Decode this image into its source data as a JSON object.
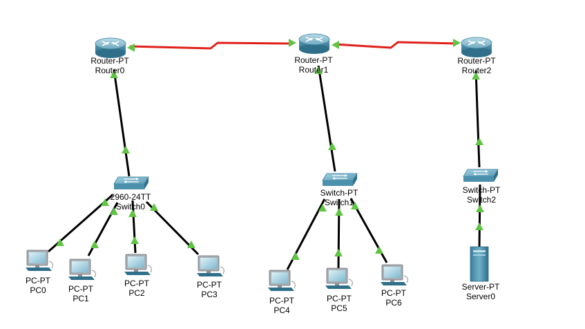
{
  "colors": {
    "serial_link": "#e0201b",
    "ethernet_link": "#000000",
    "link_up_marker": "#5fc443",
    "device_blue": "#4b90ad",
    "device_dark": "#2f6f8a"
  },
  "devices": [
    {
      "id": "router0",
      "model": "Router-PT",
      "name": "Router0",
      "type": "router"
    },
    {
      "id": "router1",
      "model": "Router-PT",
      "name": "Router1",
      "type": "router"
    },
    {
      "id": "router2",
      "model": "Router-PT",
      "name": "Router2",
      "type": "router"
    },
    {
      "id": "switch0",
      "model": "2960-24TT",
      "name": "Switch0",
      "type": "switch"
    },
    {
      "id": "switch1",
      "model": "Switch-PT",
      "name": "Switch1",
      "type": "switch"
    },
    {
      "id": "switch2",
      "model": "Switch-PT",
      "name": "Switch2",
      "type": "switch"
    },
    {
      "id": "pc0",
      "model": "PC-PT",
      "name": "PC0",
      "type": "pc"
    },
    {
      "id": "pc1",
      "model": "PC-PT",
      "name": "PC1",
      "type": "pc"
    },
    {
      "id": "pc2",
      "model": "PC-PT",
      "name": "PC2",
      "type": "pc"
    },
    {
      "id": "pc3",
      "model": "PC-PT",
      "name": "PC3",
      "type": "pc"
    },
    {
      "id": "pc4",
      "model": "PC-PT",
      "name": "PC4",
      "type": "pc"
    },
    {
      "id": "pc5",
      "model": "PC-PT",
      "name": "PC5",
      "type": "pc"
    },
    {
      "id": "pc6",
      "model": "PC-PT",
      "name": "PC6",
      "type": "pc"
    },
    {
      "id": "server0",
      "model": "Server-PT",
      "name": "Server0",
      "type": "server"
    }
  ],
  "links": [
    {
      "from": "router0",
      "to": "router1",
      "kind": "serial",
      "status": "up"
    },
    {
      "from": "router1",
      "to": "router2",
      "kind": "serial",
      "status": "up"
    },
    {
      "from": "router0",
      "to": "switch0",
      "kind": "ethernet",
      "status": "up"
    },
    {
      "from": "router1",
      "to": "switch1",
      "kind": "ethernet",
      "status": "up"
    },
    {
      "from": "router2",
      "to": "switch2",
      "kind": "ethernet",
      "status": "up"
    },
    {
      "from": "switch0",
      "to": "pc0",
      "kind": "ethernet",
      "status": "up"
    },
    {
      "from": "switch0",
      "to": "pc1",
      "kind": "ethernet",
      "status": "up"
    },
    {
      "from": "switch0",
      "to": "pc2",
      "kind": "ethernet",
      "status": "up"
    },
    {
      "from": "switch0",
      "to": "pc3",
      "kind": "ethernet",
      "status": "up"
    },
    {
      "from": "switch1",
      "to": "pc4",
      "kind": "ethernet",
      "status": "up"
    },
    {
      "from": "switch1",
      "to": "pc5",
      "kind": "ethernet",
      "status": "up"
    },
    {
      "from": "switch1",
      "to": "pc6",
      "kind": "ethernet",
      "status": "up"
    },
    {
      "from": "switch2",
      "to": "server0",
      "kind": "ethernet",
      "status": "up"
    }
  ]
}
